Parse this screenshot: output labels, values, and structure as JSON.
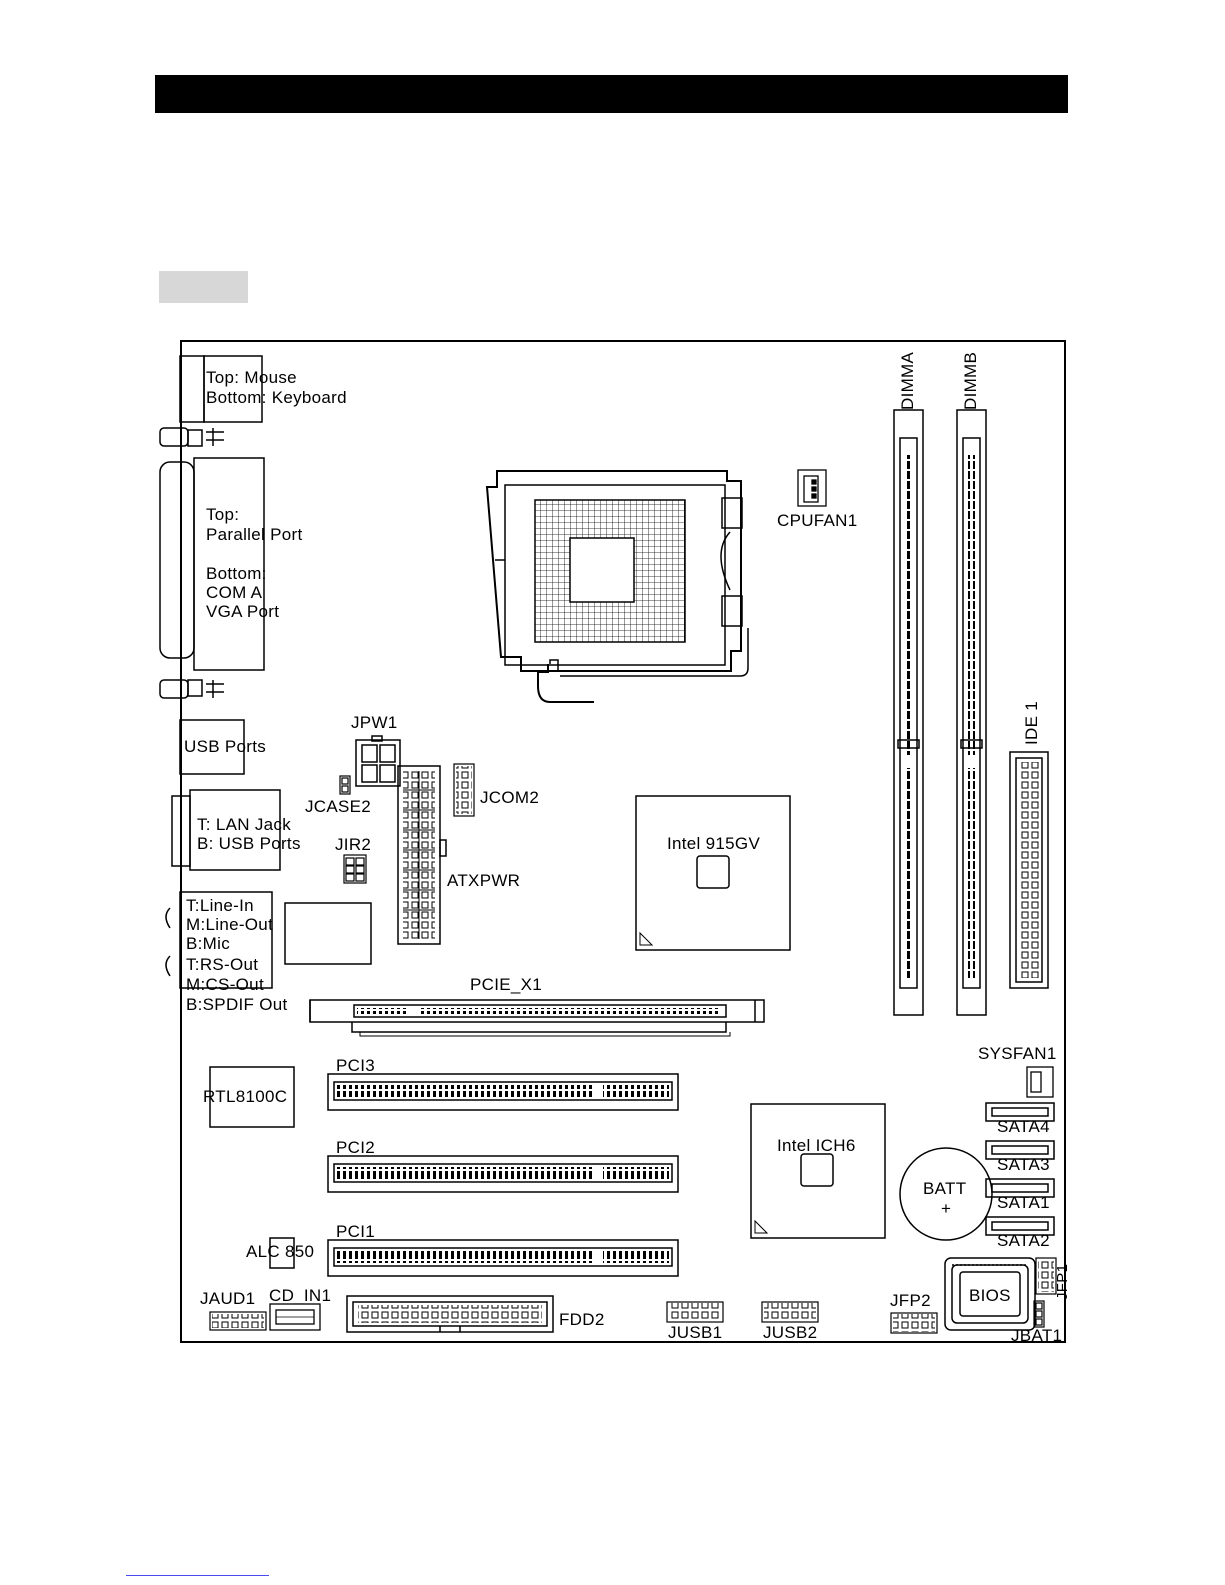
{
  "header": {
    "bar_color": "#000000",
    "tab_color": "#d7d7d7"
  },
  "labels": {
    "ps2": [
      "Top: Mouse",
      "Bottom: Keyboard"
    ],
    "parallel": [
      "Top:",
      "Parallel Port",
      "",
      "Bottom:",
      "COM A",
      "VGA Port"
    ],
    "usb_ports": "USB Ports",
    "lan": [
      "T: LAN Jack",
      "B: USB Ports"
    ],
    "audio": [
      "T:Line-In",
      "M:Line-Out",
      "B:Mic",
      "T:RS-Out",
      "M:CS-Out",
      "B:SPDIF Out"
    ],
    "jpw1": "JPW1",
    "jcase2": "JCASE2",
    "jir2": "JIR2",
    "jcom2": "JCOM2",
    "atxpwr": "ATXPWR",
    "cpufan1": "CPUFAN1",
    "dimma": "DIMMA",
    "dimmb": "DIMMB",
    "ide1": "IDE 1",
    "northbridge": "Intel 915GV",
    "pcie": "PCIE_X1",
    "sysfan1": "SYSFAN1",
    "rtl": "RTL8100C",
    "pci3": "PCI3",
    "pci2": "PCI2",
    "pci1": "PCI1",
    "southbridge": "Intel ICH6",
    "sata4": "SATA4",
    "sata3": "SATA3",
    "sata1": "SATA1",
    "sata2": "SATA2",
    "batt": "BATT",
    "batt_plus": "+",
    "alc": "ALC 850",
    "jaud1": "JAUD1",
    "cd_in1": "CD_IN1",
    "fdd2": "FDD2",
    "jusb1": "JUSB1",
    "jusb2": "JUSB2",
    "jfp2": "JFP2",
    "bios": "BIOS",
    "jfp1": "JFP1",
    "jbat1": "JBAT1"
  }
}
